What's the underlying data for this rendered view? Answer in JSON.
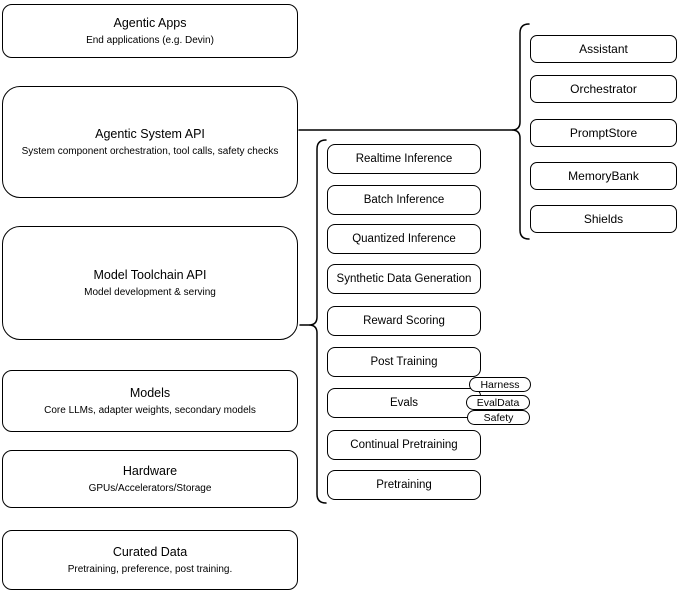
{
  "layers": [
    {
      "title": "Agentic Apps",
      "subtitle": "End applications (e.g. Devin)"
    },
    {
      "title": "Agentic System API",
      "subtitle": "System component orchestration, tool calls, safety checks"
    },
    {
      "title": "Model Toolchain API",
      "subtitle": "Model development & serving"
    },
    {
      "title": "Models",
      "subtitle": "Core LLMs, adapter weights, secondary models"
    },
    {
      "title": "Hardware",
      "subtitle": "GPUs/Accelerators/Storage"
    },
    {
      "title": "Curated Data",
      "subtitle": "Pretraining, preference, post training."
    }
  ],
  "toolchain_services": {
    "items": [
      "Realtime Inference",
      "Batch Inference",
      "Quantized Inference",
      "Synthetic Data Generation",
      "Reward Scoring",
      "Post Training",
      "Evals",
      "Continual Pretraining",
      "Pretraining"
    ],
    "evals_tags": [
      "Harness",
      "EvalData",
      "Safety"
    ]
  },
  "system_components": {
    "items": [
      "Assistant",
      "Orchestrator",
      "PromptStore",
      "MemoryBank",
      "Shields"
    ]
  },
  "colors": {
    "stroke": "#000000",
    "fill": "#ffffff",
    "text": "#000000"
  }
}
